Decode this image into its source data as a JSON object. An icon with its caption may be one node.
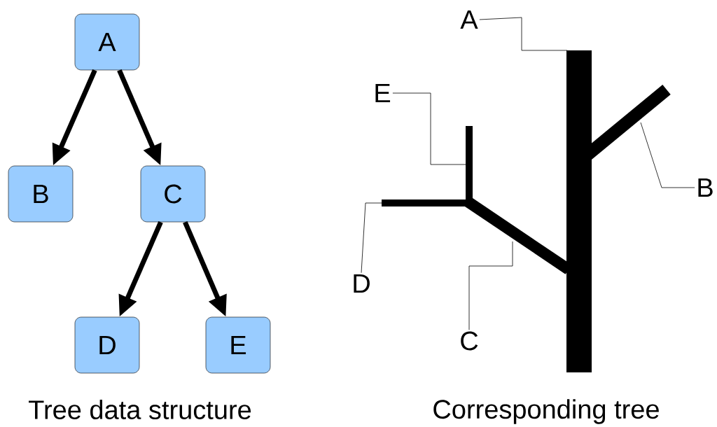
{
  "diagram": {
    "nodes": [
      {
        "text": [
          "A"
        ]
      },
      {
        "text": [
          "B"
        ]
      },
      {
        "text": [
          "C"
        ]
      },
      {
        "text": [
          "D"
        ]
      },
      {
        "text": [
          "E"
        ]
      },
      {
        "text": [
          "A"
        ]
      },
      {
        "text": [
          "E"
        ]
      },
      {
        "text": [
          "B"
        ]
      },
      {
        "text": [
          "D"
        ]
      },
      {
        "text": [
          "C"
        ]
      }
    ],
    "edges": [
      {
        "from": 0,
        "to": 1,
        "arrow": "to",
        "style": "thick"
      },
      {
        "from": 0,
        "to": 2,
        "arrow": "to",
        "style": "thick"
      },
      {
        "from": 2,
        "to": 3,
        "arrow": "to",
        "style": "thick"
      },
      {
        "from": 2,
        "to": 4,
        "arrow": "to",
        "style": "thick"
      },
      {
        "from": 5,
        "to": null,
        "arrow": "none"
      },
      {
        "from": 6,
        "to": null,
        "arrow": "none"
      },
      {
        "from": 7,
        "to": null,
        "arrow": "none"
      },
      {
        "from": 8,
        "to": null,
        "arrow": "none"
      },
      {
        "from": 9,
        "to": null,
        "arrow": "none"
      }
    ],
    "labels": [
      "Tree data structure",
      "Corresponding tree"
    ]
  }
}
